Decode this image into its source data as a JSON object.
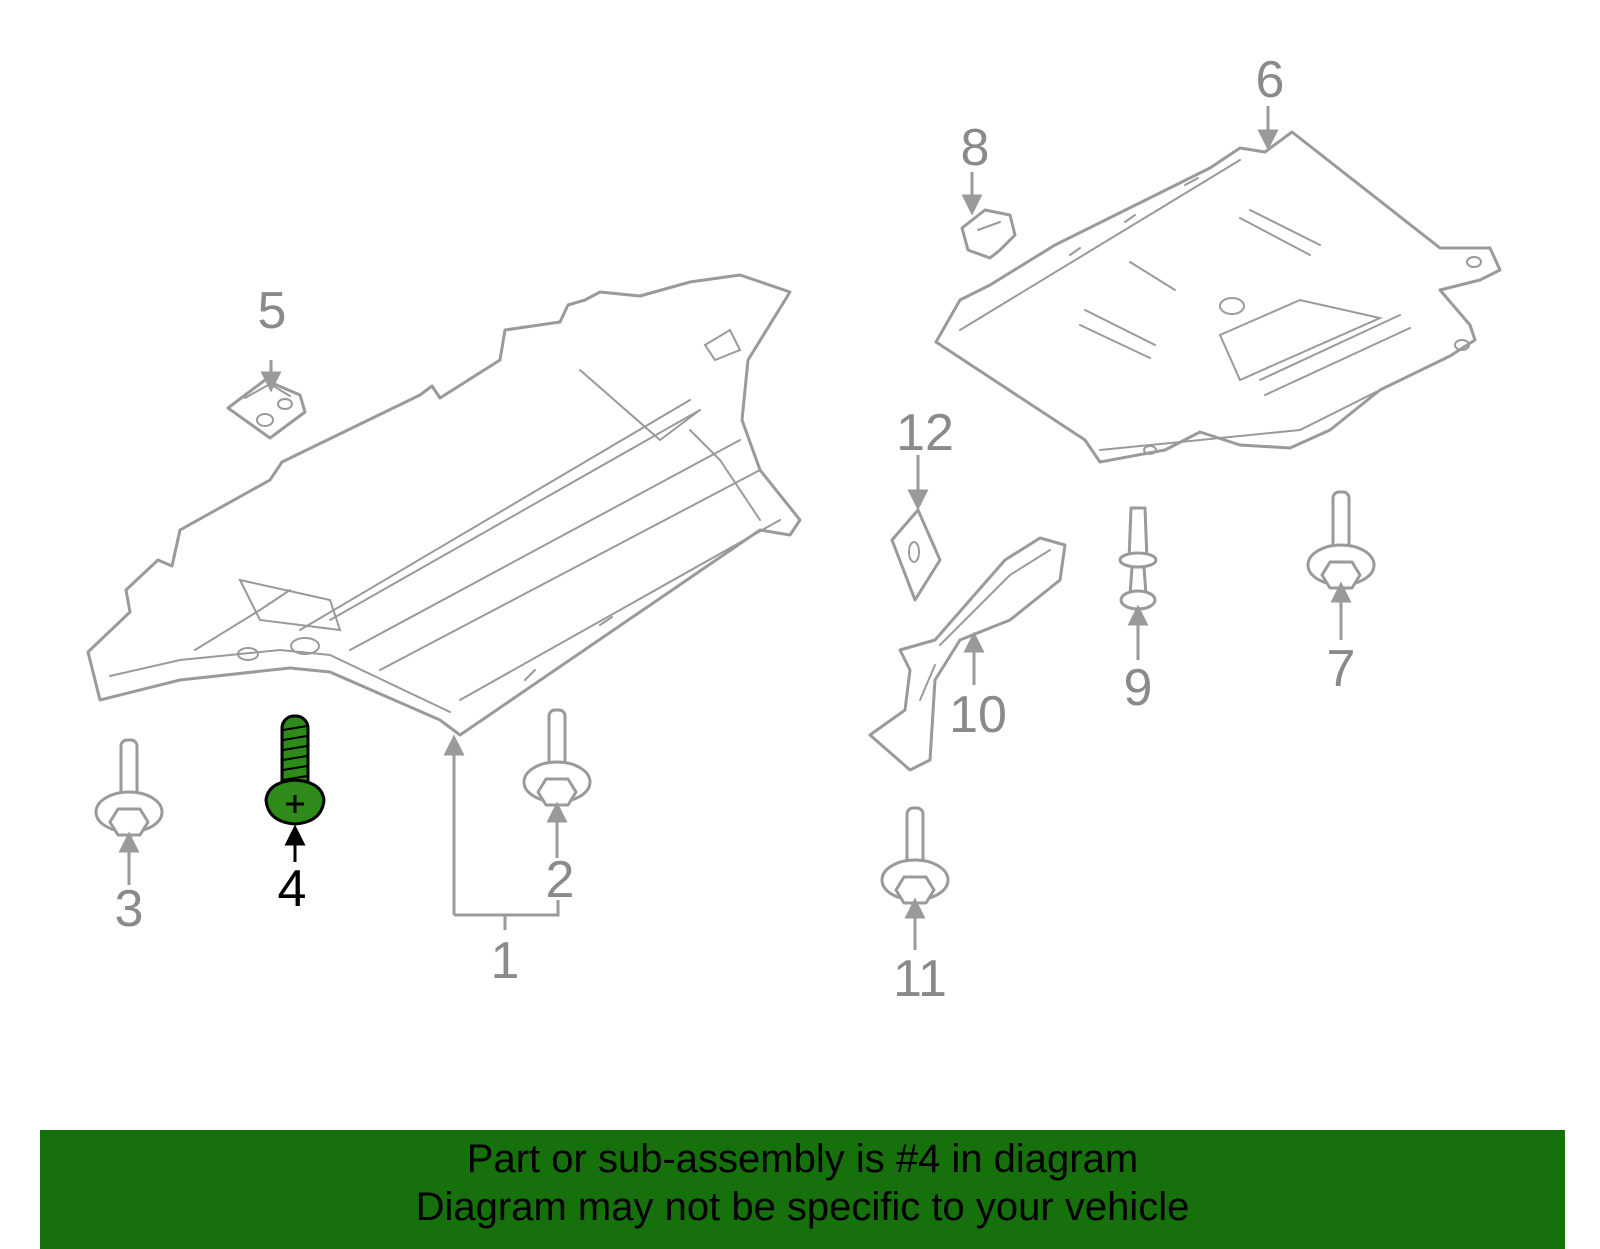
{
  "callouts": [
    "1",
    "2",
    "3",
    "4",
    "5",
    "6",
    "7",
    "8",
    "9",
    "10",
    "11",
    "12"
  ],
  "highlight": {
    "part_number": "4",
    "color": "#2e8b1a",
    "banner_color": "#16700c"
  },
  "banner": {
    "line1": "Part or sub-assembly is #4 in diagram",
    "line2": "Diagram may not be specific to your vehicle"
  }
}
